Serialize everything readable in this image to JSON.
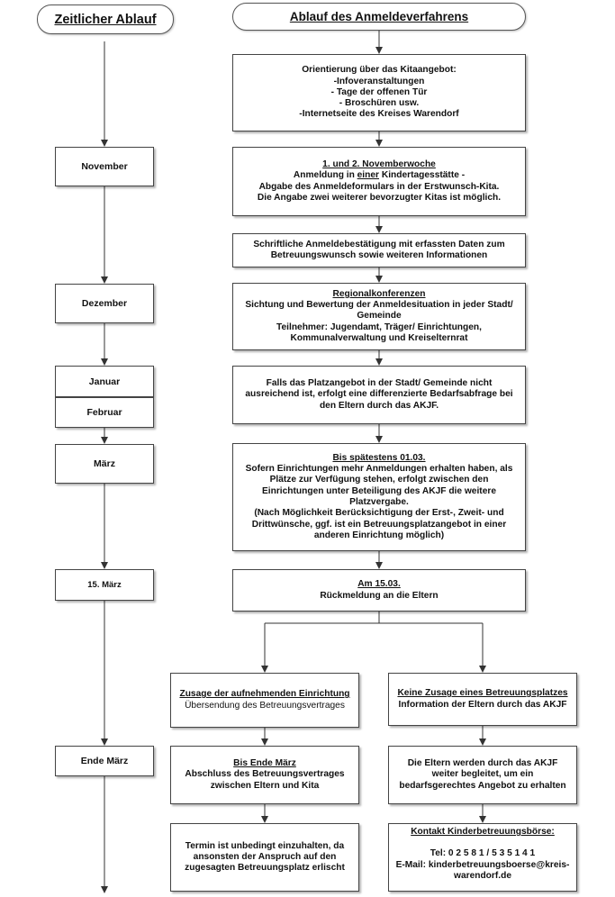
{
  "left_header": "Zeitlicher Ablauf",
  "right_header": "Ablauf des Anmeldeverfahrens",
  "timeline": {
    "november": "November",
    "dezember": "Dezember",
    "januar": "Januar",
    "februar": "Februar",
    "maerz": "März",
    "maerz15": "15. März",
    "ende_maerz": "Ende März"
  },
  "steps": {
    "orientierung": {
      "l1": "Orientierung über das Kitaangebot:",
      "l2": "-Infoveranstaltungen",
      "l3": "- Tage der offenen Tür",
      "l4": "- Broschüren usw.",
      "l5": "-Internetseite des Kreises Warendorf"
    },
    "anmeldung": {
      "title": "1. und 2. Novemberwoche",
      "l2a": "Anmeldung in ",
      "l2b": "einer",
      "l2c": " Kindertagesstätte -",
      "l3": "Abgabe des Anmeldeformulars in der Erstwunsch-Kita.",
      "l4": "Die Angabe zwei weiterer bevorzugter Kitas ist möglich."
    },
    "bestaetigung": {
      "l1": "Schriftliche Anmeldebestätigung mit erfassten Daten zum",
      "l2": "Betreuungswunsch sowie weiteren Informationen"
    },
    "regional": {
      "title": "Regionalkonferenzen",
      "l2": "Sichtung und Bewertung der Anmeldesituation in jeder Stadt/",
      "l3": "Gemeinde",
      "l4": "Teilnehmer: Jugendamt, Träger/ Einrichtungen,",
      "l5": "Kommunalverwaltung und Kreiselternrat"
    },
    "bedarf": {
      "l1": "Falls das Platzangebot in der Stadt/ Gemeinde nicht",
      "l2": "ausreichend ist, erfolgt eine differenzierte Bedarfsabfrage bei",
      "l3": "den Eltern durch das AKJF."
    },
    "vergabe": {
      "title": "Bis spätestens 01.03.",
      "l2": "Sofern Einrichtungen mehr Anmeldungen erhalten haben, als",
      "l3": "Plätze zur Verfügung stehen, erfolgt zwischen den",
      "l4": "Einrichtungen unter Beteiligung des AKJF die weitere",
      "l5": "Platzvergabe.",
      "l6": "(Nach Möglichkeit Berücksichtigung der Erst-, Zweit- und",
      "l7": "Drittwünsche, ggf. ist  ein Betreuungsplatzangebot in einer",
      "l8": "anderen Einrichtung möglich)"
    },
    "rueckmeldung": {
      "title": "Am 15.03.",
      "l2": "Rückmeldung an die Eltern"
    },
    "zusage": {
      "title": "Zusage der aufnehmenden Einrichtung",
      "l2": "Übersendung des Betreuungsvertrages"
    },
    "keine_zusage": {
      "title": "Keine Zusage eines Betreuungsplatzes",
      "l2": "Information der Eltern durch das AKJF"
    },
    "abschluss": {
      "title": "Bis Ende März",
      "l2": "Abschluss des Betreuungsvertrages",
      "l3": "zwischen Eltern und Kita"
    },
    "begleitung": {
      "l1": "Die Eltern werden durch das AKJF",
      "l2": "weiter begleitet, um ein",
      "l3": "bedarfsgerechtes Angebot zu erhalten"
    },
    "termin": {
      "l1": "Termin ist unbedingt einzuhalten, da",
      "l2": "ansonsten der Anspruch auf den",
      "l3": "zugesagten Betreuungsplatz erlischt"
    },
    "kontakt": {
      "title": "Kontakt Kinderbetreuungsbörse:",
      "l2": "Tel: 0 2 5 8 1 / 5 3 5 1 4 1",
      "l3": "E-Mail: kinderbetreuungsboerse@kreis-",
      "l4": "warendorf.de"
    }
  }
}
